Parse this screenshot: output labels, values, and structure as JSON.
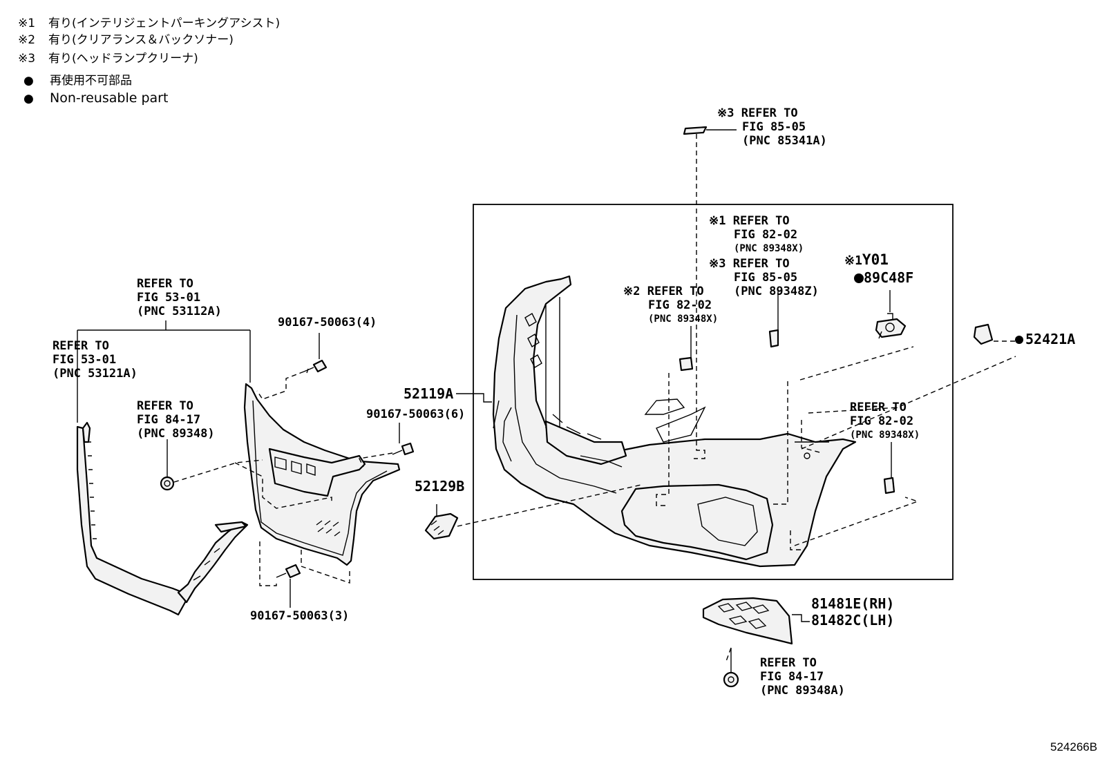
{
  "legend": [
    {
      "mark": "※1",
      "text": "有り(インテリジェントパーキングアシスト)"
    },
    {
      "mark": "※2",
      "text": "有り(クリアランス＆バックソナー)"
    },
    {
      "mark": "※3",
      "text": "有り(ヘッドランプクリーナ)"
    },
    {
      "mark": "●",
      "text": "再使用不可部品"
    },
    {
      "mark": "●",
      "text": "Non-reusable part"
    }
  ],
  "refs": {
    "r1": {
      "mark": "",
      "l1": "REFER TO",
      "l2": "FIG 53-01",
      "l3": "(PNC 53112A)"
    },
    "r2": {
      "mark": "",
      "l1": "REFER TO",
      "l2": "FIG 53-01",
      "l3": "(PNC 53121A)"
    },
    "r3": {
      "mark": "",
      "l1": "REFER TO",
      "l2": "FIG 84-17",
      "l3": "(PNC 89348)"
    },
    "r4": {
      "mark": "※3",
      "l1": "REFER TO",
      "l2": "FIG 85-05",
      "l3": "(PNC 85341A)"
    },
    "r5": {
      "mark": "※1",
      "l1": "REFER TO",
      "l2": "FIG 82-02",
      "l3": "(PNC 89348X)"
    },
    "r6": {
      "mark": "※3",
      "l1": "REFER TO",
      "l2": "FIG 85-05",
      "l3": "(PNC 89348Z)"
    },
    "r7": {
      "mark": "※2",
      "l1": "REFER TO",
      "l2": "FIG 82-02",
      "l3": "(PNC 89348X)"
    },
    "r8": {
      "mark": "",
      "l1": "REFER TO",
      "l2": "FIG 82-02",
      "l3": "(PNC 89348X)"
    },
    "r9": {
      "mark": "",
      "l1": "REFER TO",
      "l2": "FIG 84-17",
      "l3": "(PNC 89348A)"
    }
  },
  "parts": {
    "bolt4": "90167-50063(4)",
    "bolt6": "90167-50063(6)",
    "bolt3": "90167-50063(3)",
    "bumper": "52119A",
    "cap": "52129B",
    "y01_mark": "※1",
    "y01": "Y01",
    "bracket89": "89C48F",
    "cover524": "52421A",
    "lamp_rh": "81481E(RH)",
    "lamp_lh": "81482C(LH)"
  },
  "figure_id": "524266B"
}
